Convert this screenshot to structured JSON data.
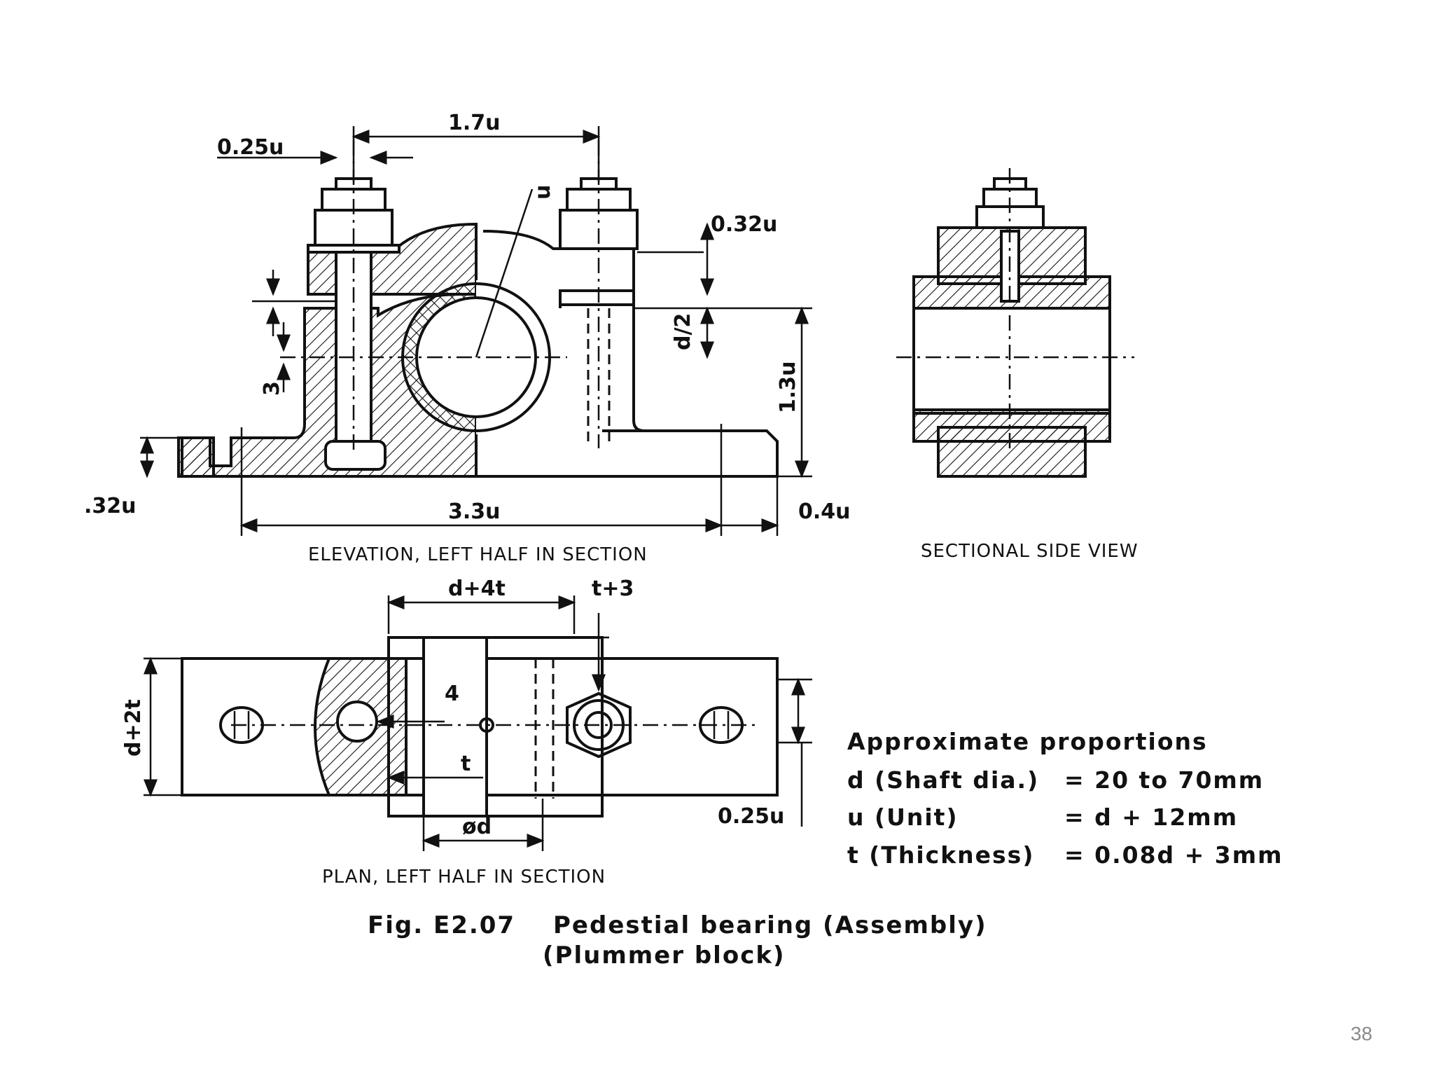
{
  "elevation": {
    "dims": {
      "d025u_top": "0.25u",
      "d17u": "1.7u",
      "du": "u",
      "d032u_top": "0.32u",
      "dd2": "d/2",
      "d13u": "1.3u",
      "d3": "3",
      "d032u_left": ".32u",
      "d33u": "3.3u",
      "d04u": "0.4u"
    },
    "caption": "ELEVATION, LEFT HALF IN SECTION"
  },
  "side_view": {
    "caption": "SECTIONAL SIDE VIEW"
  },
  "plan": {
    "dims": {
      "dd4t": "d+4t",
      "dt3": "t+3",
      "dd2t": "d+2t",
      "d4": "4",
      "dt": "t",
      "dphid": "ød",
      "d025u": "0.25u"
    },
    "caption": "PLAN, LEFT HALF IN SECTION"
  },
  "proportions": {
    "heading": "Approximate proportions",
    "rows": [
      {
        "label": "d (Shaft dia.)",
        "value": "= 20 to 70mm"
      },
      {
        "label": "u (Unit)",
        "value": "= d + 12mm"
      },
      {
        "label": "t (Thickness)",
        "value": "= 0.08d + 3mm"
      }
    ]
  },
  "figure": {
    "number": "Fig. E2.07",
    "title": "Pedestial bearing (Assembly)",
    "subtitle": "(Plummer block)"
  },
  "page_number": "38"
}
